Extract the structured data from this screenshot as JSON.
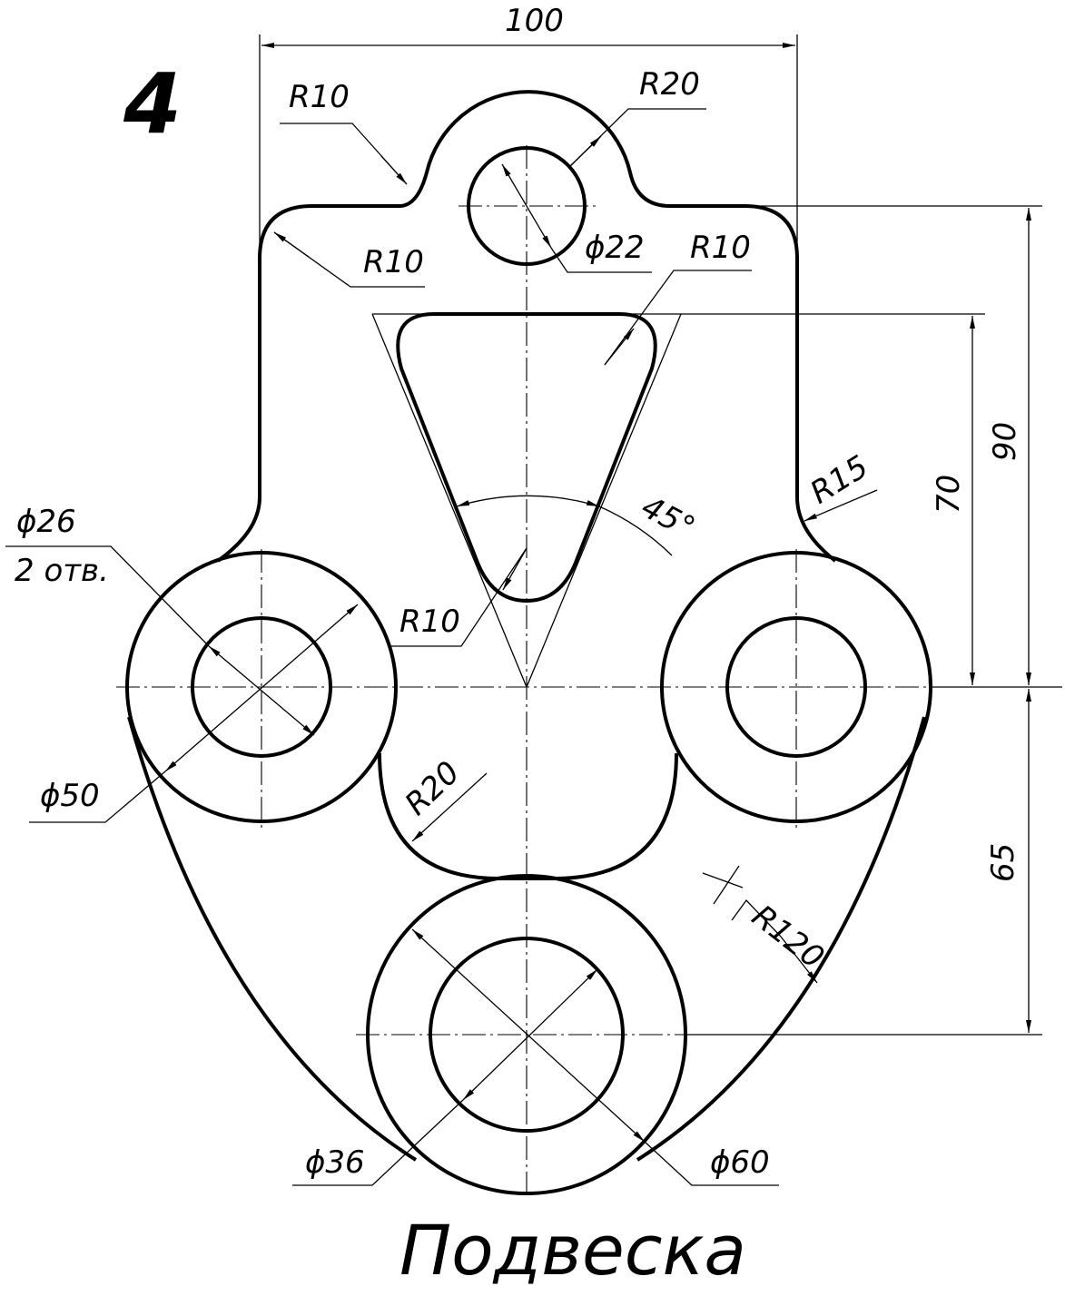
{
  "sheet_number": "4",
  "title": "Подвеска",
  "dimensions": {
    "width_100": "100",
    "r20_top": "R20",
    "r10_top_left": "R10",
    "r10_shoulder": "R10",
    "d22": "ϕ22",
    "r10_slot": "R10",
    "r15": "R15",
    "angle_45": "45°",
    "h70": "70",
    "h90": "90",
    "d26": "ϕ26",
    "holes_2": "2 отв.",
    "r10_slot_bottom": "R10",
    "d50": "ϕ50",
    "r20_bottom": "R20",
    "h65": "65",
    "r120": "R120",
    "d36": "ϕ36",
    "d60": "ϕ60"
  }
}
